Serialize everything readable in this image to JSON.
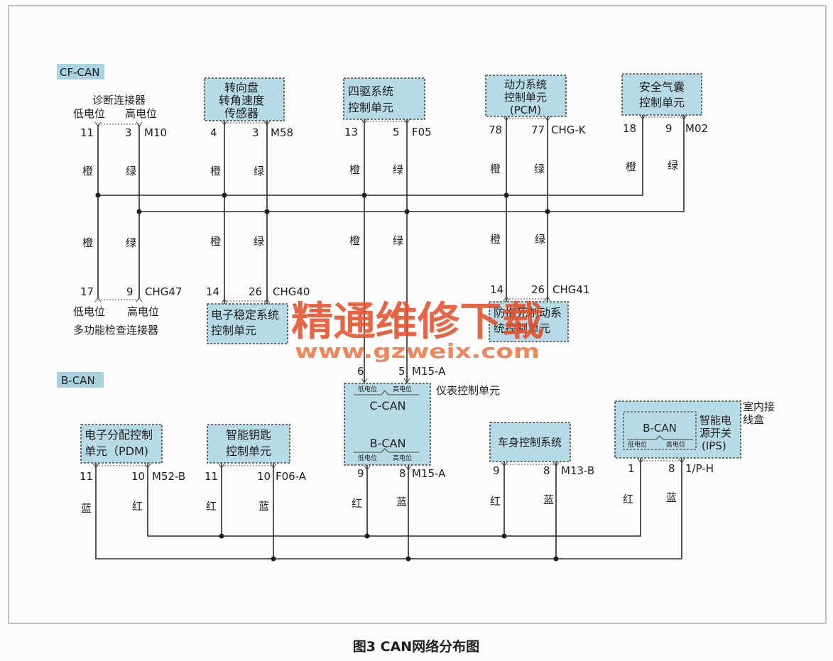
{
  "colors": {
    "box_fill": "#b7dbe6",
    "section_label_fill": "#a8d2df",
    "watermark_text": "#e2512c",
    "watermark_url": "#ee7b49"
  },
  "cf_can": {
    "label": "CF-CAN",
    "nodes": {
      "diag_connector": {
        "title": "诊断连接器",
        "low": "低电位",
        "high": "高电位",
        "pins": [
          "11",
          "3"
        ],
        "code": "M10",
        "wires": [
          "橙",
          "绿"
        ]
      },
      "steering_sensor": {
        "name": [
          "转向盘",
          "转角速度",
          "传感器"
        ],
        "pins": [
          "4",
          "3"
        ],
        "code": "M58",
        "wires": [
          "橙",
          "绿"
        ]
      },
      "awd_unit": {
        "name": [
          "四驱系统",
          "控制单元"
        ],
        "pins": [
          "13",
          "5"
        ],
        "code": "F05",
        "wires": [
          "橙",
          "绿"
        ]
      },
      "pcm": {
        "name": [
          "动力系统",
          "控制单元",
          "(PCM)"
        ],
        "pins": [
          "78",
          "77"
        ],
        "code": "CHG-K",
        "wires": [
          "橙",
          "绿"
        ]
      },
      "airbag_unit": {
        "name": [
          "安全气囊",
          "控制单元"
        ],
        "pins": [
          "18",
          "9"
        ],
        "code": "M02",
        "wires": [
          "橙",
          "绿"
        ]
      },
      "multi_check_connector": {
        "title": "多功能检查连接器",
        "low": "低电位",
        "high": "高电位",
        "pins": [
          "17",
          "9"
        ],
        "code": "CHG47",
        "wires": [
          "橙",
          "绿"
        ]
      },
      "esc_unit": {
        "name": [
          "电子稳定系统",
          "控制单元"
        ],
        "pins": [
          "14",
          "26"
        ],
        "code": "CHG40",
        "wires": [
          "橙",
          "绿"
        ]
      },
      "instrument": {
        "pins": [
          "6",
          "5"
        ],
        "code": "M15-A",
        "wires": [
          "橙",
          "绿"
        ]
      },
      "abs_unit": {
        "name": [
          "防抱死制动系",
          "统控制单元"
        ],
        "pins": [
          "14",
          "26"
        ],
        "code": "CHG41",
        "wires": [
          "橙",
          "绿"
        ]
      }
    }
  },
  "instrument_cluster": {
    "name": "仪表控制单元",
    "c_can": "C-CAN",
    "b_can": "B-CAN",
    "low": "低电位",
    "high": "高电位"
  },
  "b_can": {
    "label": "B-CAN",
    "nodes": {
      "pdm": {
        "name": [
          "电子分配控制",
          "单元（PDM)"
        ],
        "pins": [
          "11",
          "10"
        ],
        "code": "M52-B",
        "wires": [
          "蓝",
          "红"
        ]
      },
      "smart_key": {
        "name": [
          "智能钥匙",
          "控制单元"
        ],
        "pins": [
          "11",
          "10"
        ],
        "code": "F06-A",
        "wires": [
          "红",
          "蓝"
        ]
      },
      "instrument": {
        "pins": [
          "9",
          "8"
        ],
        "code": "M15-A",
        "wires": [
          "红",
          "蓝"
        ]
      },
      "body_control": {
        "name": [
          "车身控制系统"
        ],
        "pins": [
          "9",
          "8"
        ],
        "code": "M13-B",
        "wires": [
          "红",
          "蓝"
        ]
      },
      "ips": {
        "housing": [
          "室内接",
          "线盒"
        ],
        "bus": "B-CAN",
        "low": "低电位",
        "high": "高电位",
        "name": [
          "智能电",
          "源开关",
          "(IPS)"
        ],
        "pins": [
          "1",
          "8"
        ],
        "code": "1/P-H",
        "wires": [
          "红",
          "蓝"
        ]
      }
    }
  },
  "watermark": {
    "text": "精通维修下载",
    "url": "www.gzweix.com"
  },
  "caption": "图3 CAN网络分布图"
}
